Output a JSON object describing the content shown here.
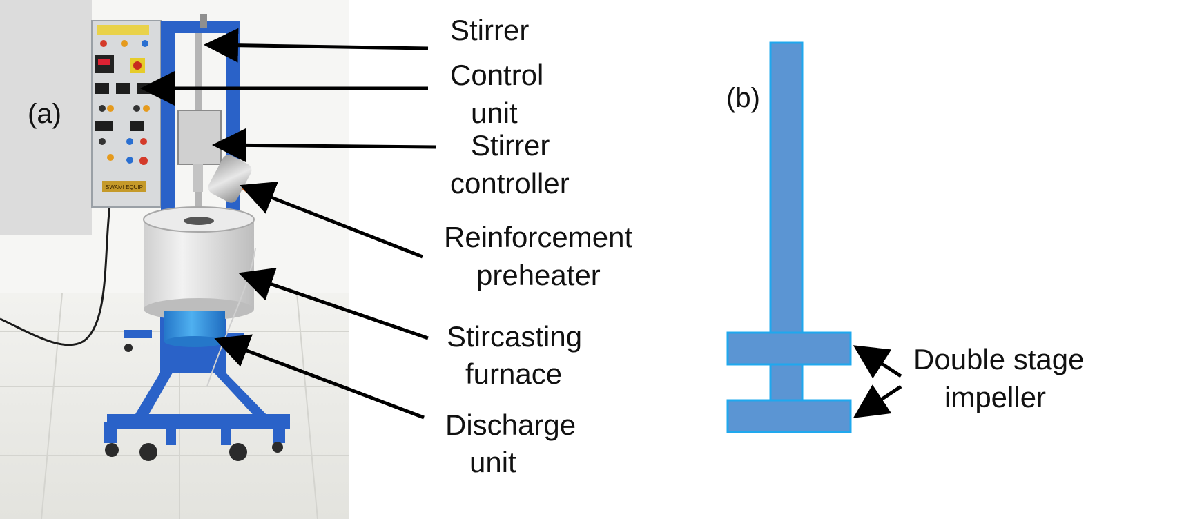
{
  "panel_a": {
    "tag": "(a)",
    "labels": {
      "stirrer": [
        "Stirrer"
      ],
      "control_unit": [
        "Control",
        "unit"
      ],
      "stirrer_controller": [
        "Stirrer",
        "controller"
      ],
      "reinforcement_preheater": [
        "Reinforcement",
        "preheater"
      ],
      "stircasting_furnace": [
        "Stircasting",
        "furnace"
      ],
      "discharge_unit": [
        "Discharge",
        "unit"
      ]
    },
    "nameplate_text": "SWAMI EQUIP"
  },
  "panel_b": {
    "tag": "(b)",
    "labels": {
      "impeller": [
        "Double stage",
        "impeller"
      ]
    }
  },
  "colors": {
    "frame_blue": "#2a62c8",
    "impeller_fill": "#5b95d3",
    "impeller_edge": "#1fa8ee",
    "furnace_grey": "#e4e4e4",
    "furnace_blue": "#3a9be6",
    "panel_grey": "#dcdcdc",
    "arrow": "#000000"
  }
}
